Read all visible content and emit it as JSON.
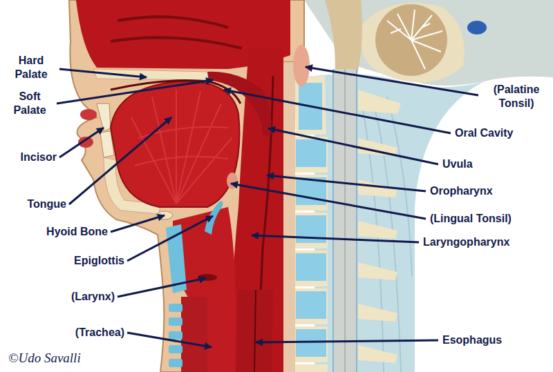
{
  "diagram": {
    "labels": [
      "Hard Palate",
      "Soft Palate",
      "Incisor",
      "Tongue",
      "Hyoid Bone",
      "Epiglottis",
      "(Larynx)",
      "(Trachea)",
      "(Palatine Tonsil)",
      "Oral Cavity",
      "Uvula",
      "Oropharynx",
      "(Lingual Tonsil)",
      "Laryngopharynx",
      "Esophagus",
      "©Udo Savalli"
    ]
  }
}
